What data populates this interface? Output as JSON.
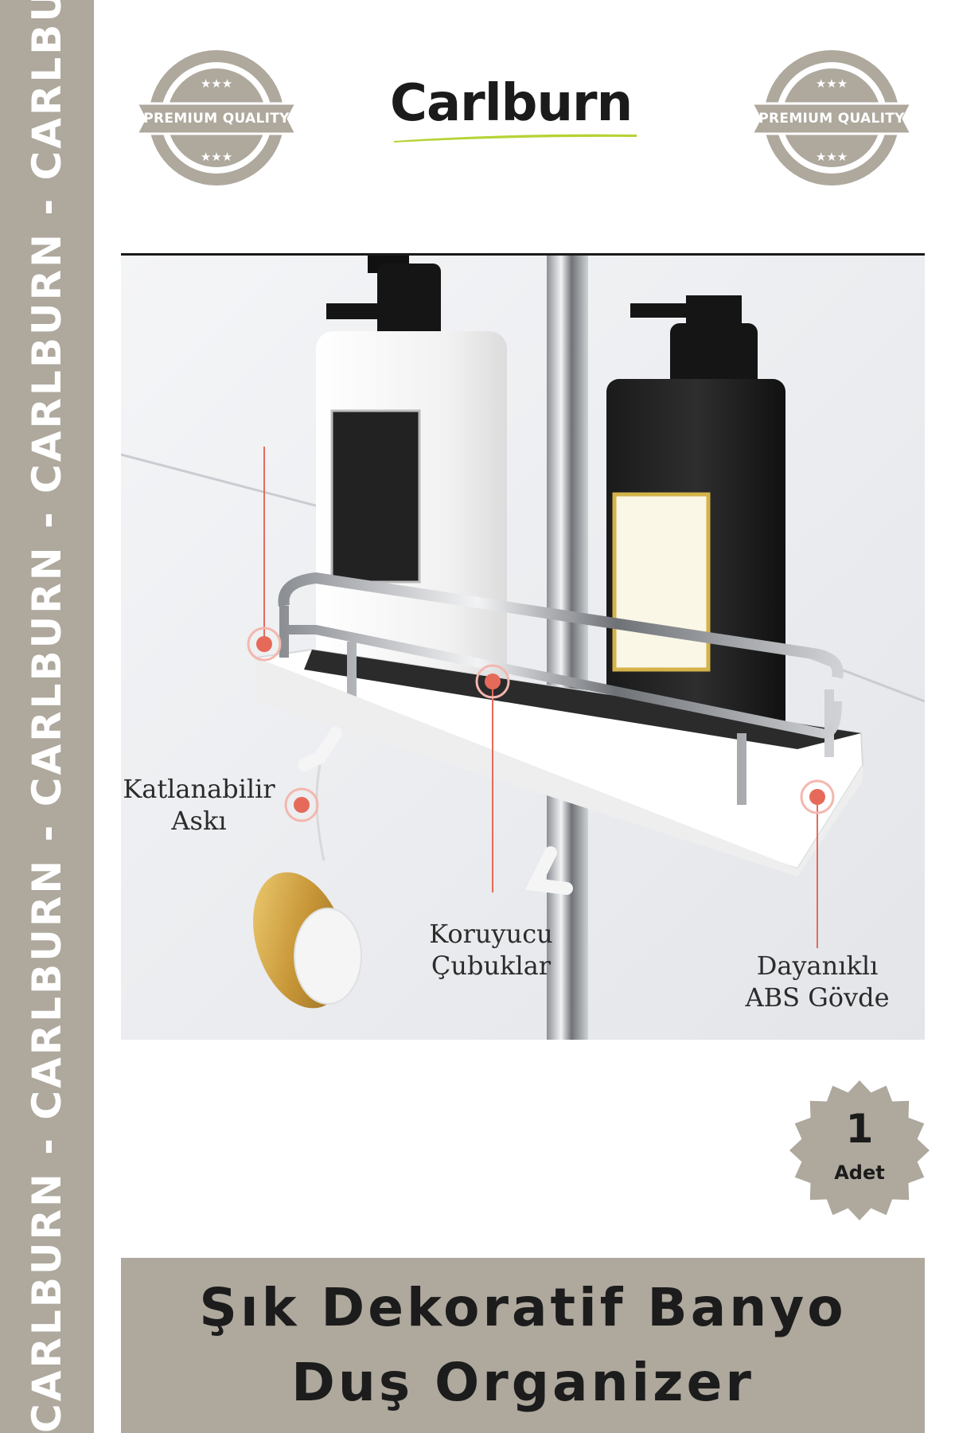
{
  "brand": {
    "name": "Carlburn",
    "side_strip_text": "CARLBURN - CARLBURN - CARLBURN - CARLBURN - CARLBURN - CARLBURN -",
    "accent_color": "#aea89d",
    "underline_color": "#b5d334"
  },
  "badges": {
    "left_label": "PREMIUM QUALITY",
    "right_label": "PREMIUM QUALITY",
    "stars": "★★★"
  },
  "callouts": {
    "hook_line1": "Katlanabilir",
    "hook_line2": "Askı",
    "bars_line1": "Koruyucu",
    "bars_line2": "Çubuklar",
    "body_line1": "Dayanıklı",
    "body_line2": "ABS Gövde",
    "dot_color": "#e66a5a"
  },
  "quantity": {
    "number": "1",
    "unit": "Adet"
  },
  "title": {
    "line1": "Şık Dekoratif Banyo",
    "line2": "Duş Organizer"
  }
}
